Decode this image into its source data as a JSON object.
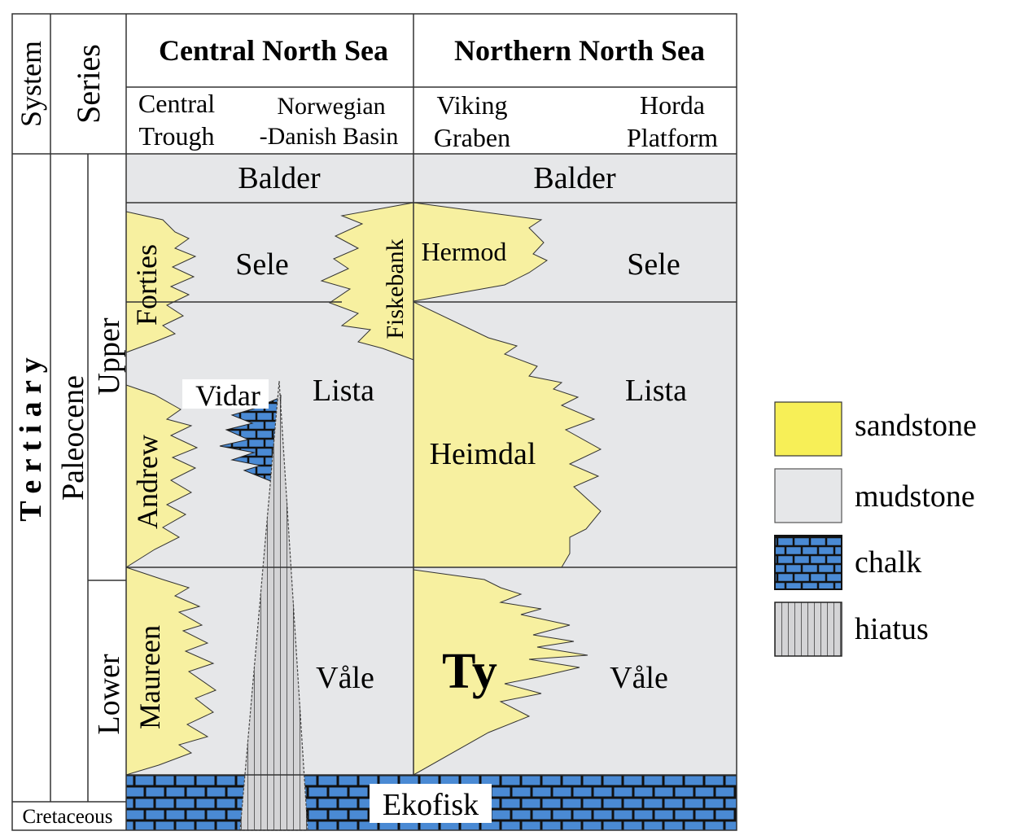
{
  "header": {
    "system": "System",
    "series": "Series",
    "central": "Central North Sea",
    "northern": "Northern North Sea",
    "central_trough": [
      "Central",
      "Trough"
    ],
    "norwegian_danish": [
      "Norwegian",
      "-Danish Basin"
    ],
    "viking_graben": [
      "Viking",
      "Graben"
    ],
    "horda_platform": [
      "Horda",
      "Platform"
    ]
  },
  "stratigraphy": {
    "system": "T e r t i a r y",
    "series": "Paleocene",
    "upper": "Upper",
    "lower": "Lower",
    "cretaceous": "Cretaceous"
  },
  "formations": {
    "balder_central": "Balder",
    "balder_northern": "Balder",
    "sele_central": "Sele",
    "sele_northern": "Sele",
    "lista_central": "Lista",
    "lista_northern": "Lista",
    "vale_central": "Våle",
    "vale_northern": "Våle",
    "forties": "Forties",
    "fiskebank": "Fiskebank",
    "hermod": "Hermod",
    "vidar": "Vidar",
    "andrew": "Andrew",
    "heimdal": "Heimdal",
    "maureen": "Maureen",
    "ty": "Ty",
    "ekofisk": "Ekofisk"
  },
  "legend": [
    {
      "label": "sandstone",
      "color": "#f7ef57"
    },
    {
      "label": "mudstone",
      "color": "#e6e7e9"
    },
    {
      "label": "chalk",
      "color": "#4a8ad4"
    },
    {
      "label": "hiatus",
      "color": "#d4d4d6"
    }
  ]
}
